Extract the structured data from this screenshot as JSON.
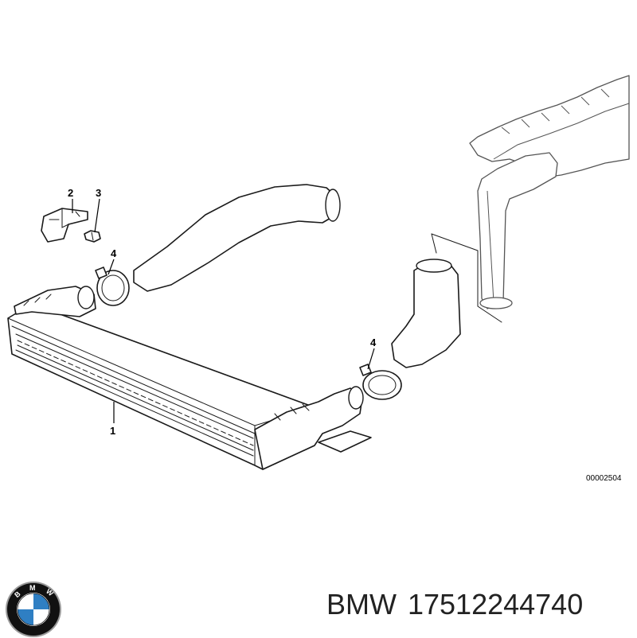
{
  "diagram": {
    "callouts": [
      {
        "label": "1",
        "part": "intercooler"
      },
      {
        "label": "2",
        "part": "bracket"
      },
      {
        "label": "3",
        "part": "screw"
      },
      {
        "label": "4",
        "part": "hose-clamp-left"
      },
      {
        "label": "4",
        "part": "hose-clamp-right"
      }
    ],
    "reference_code": "00002504"
  },
  "caption": {
    "brand": "BMW",
    "part_number": "17512244740"
  },
  "logo": {
    "letters": [
      "B",
      "M",
      "W"
    ],
    "colors": {
      "blue": "#2f7fc3",
      "ring": "#111111",
      "white": "#ffffff"
    }
  }
}
